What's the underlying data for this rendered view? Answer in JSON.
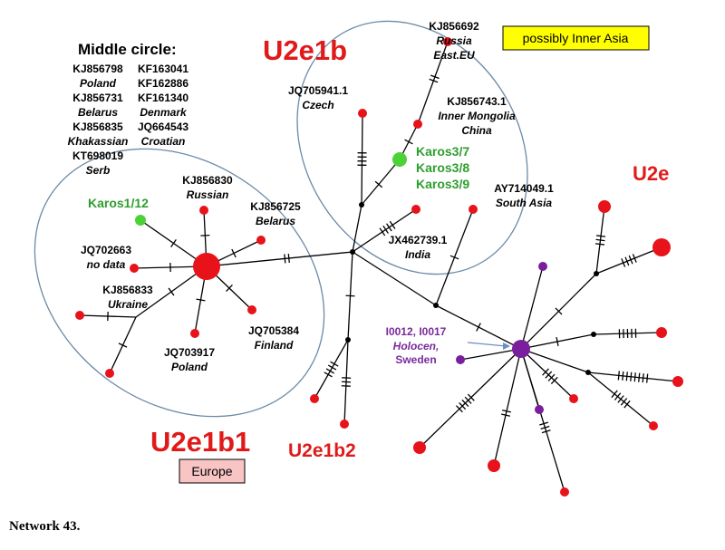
{
  "colors": {
    "red": "#e8121a",
    "green": "#4cd137",
    "purple": "#7a1e9e",
    "haplogroup": "#e01a1a",
    "karos": "#2e9e2e",
    "holocene": "#7a2a9a",
    "ellipse": "#6b8aa6",
    "yellow_box": "#ffff00",
    "pink_box": "#f9c4c4"
  },
  "middle_circle": {
    "title": "Middle circle:",
    "col1": [
      "KJ856798",
      "Poland",
      "KJ856731",
      "Belarus",
      "KJ856835",
      "Khakassian",
      "KT698019",
      "Serb"
    ],
    "col2": [
      "KF163041",
      "KF162886",
      "KF161340",
      "Denmark",
      "JQ664543",
      "Croatian"
    ]
  },
  "haplogroups": {
    "u2e1b": "U2e1b",
    "u2e": "U2e",
    "u2e1b1": "U2e1b1",
    "u2e1b2": "U2e1b2"
  },
  "boxes": {
    "inner_asia": "possibly Inner Asia",
    "europe": "Europe"
  },
  "samples": {
    "karos1": "Karos1/12",
    "karos3": [
      "Karos3/7",
      "Karos3/8",
      "Karos3/9"
    ],
    "holocene": [
      "I0012, I0017",
      "Holocen,",
      "Sweden"
    ]
  },
  "labels": [
    {
      "id": "kj856692",
      "lines": [
        "KJ856692",
        "Russia",
        "East.EU"
      ]
    },
    {
      "id": "jq705941",
      "lines": [
        "JQ705941.1",
        "Czech"
      ]
    },
    {
      "id": "kj856743",
      "lines": [
        "KJ856743.1",
        "Inner Mongolia",
        "China"
      ]
    },
    {
      "id": "ay714049",
      "lines": [
        "AY714049.1",
        "South Asia"
      ]
    },
    {
      "id": "jx462739",
      "lines": [
        "JX462739.1",
        "India"
      ]
    },
    {
      "id": "kj856830",
      "lines": [
        "KJ856830",
        "Russian"
      ]
    },
    {
      "id": "kj856725",
      "lines": [
        "KJ856725",
        "Belarus"
      ]
    },
    {
      "id": "jq702663",
      "lines": [
        "JQ702663",
        "no data"
      ]
    },
    {
      "id": "kj856833",
      "lines": [
        "KJ856833",
        "Ukraine"
      ]
    },
    {
      "id": "jq705384",
      "lines": [
        "JQ705384",
        "Finland"
      ]
    },
    {
      "id": "jq703917",
      "lines": [
        "JQ703917",
        "Poland"
      ]
    }
  ],
  "footer": "Network 43."
}
